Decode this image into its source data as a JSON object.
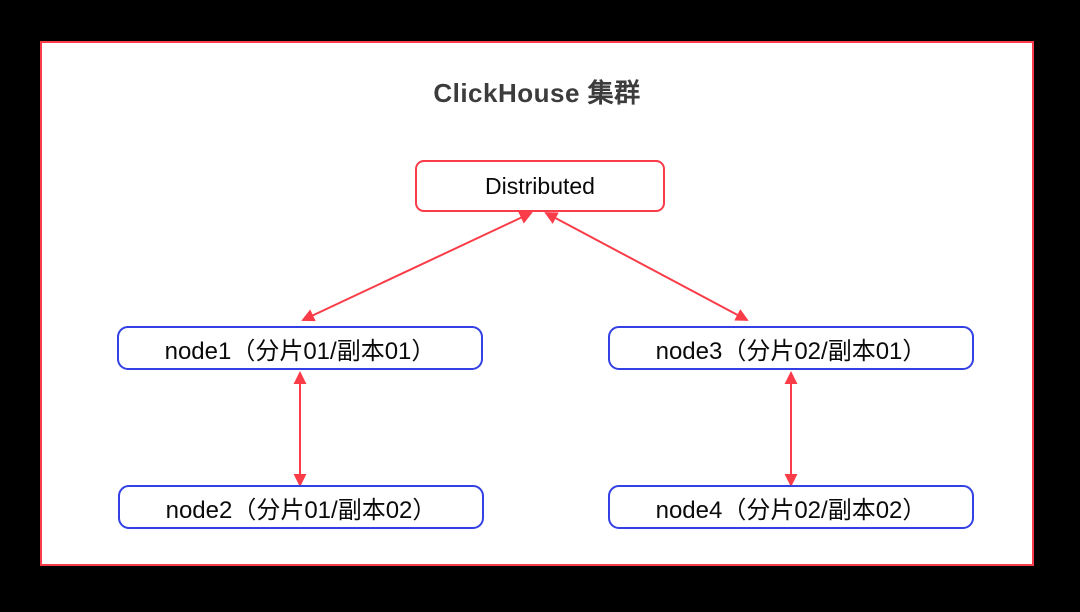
{
  "diagram": {
    "title": "ClickHouse 集群",
    "root_node": {
      "id": "distributed",
      "label": "Distributed"
    },
    "nodes": [
      {
        "id": "node1",
        "label": "node1（分片01/副本01）",
        "shard": "01",
        "replica": "01"
      },
      {
        "id": "node2",
        "label": "node2（分片01/副本02）",
        "shard": "01",
        "replica": "02"
      },
      {
        "id": "node3",
        "label": "node3（分片02/副本01）",
        "shard": "02",
        "replica": "01"
      },
      {
        "id": "node4",
        "label": "node4（分片02/副本02）",
        "shard": "02",
        "replica": "02"
      }
    ],
    "edges": [
      {
        "from": "distributed",
        "to": "node1",
        "bidirectional": true
      },
      {
        "from": "distributed",
        "to": "node3",
        "bidirectional": true
      },
      {
        "from": "node1",
        "to": "node2",
        "bidirectional": true
      },
      {
        "from": "node3",
        "to": "node4",
        "bidirectional": true
      }
    ],
    "colors": {
      "frame_and_arrow_red": "#fa3c48",
      "node_border_blue": "#3340e4",
      "panel_background": "#ffffff",
      "outer_background": "#000000",
      "title_text": "#3c3c3c",
      "box_text": "#0a0a0a"
    }
  }
}
